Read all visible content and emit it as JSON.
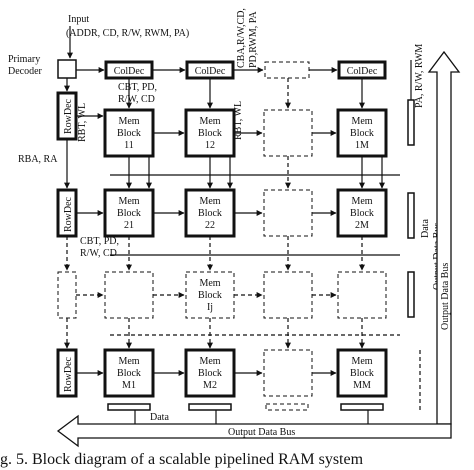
{
  "input": {
    "title": "Input",
    "signals": "(ADDR, CD, R/W, RWM, PA)"
  },
  "primary_decoder": [
    "Primary",
    "Decoder"
  ],
  "coldec_label": "ColDec",
  "rowdec_label": "RowDec",
  "blocks": {
    "r1": [
      [
        "Mem",
        "Block",
        "11"
      ],
      [
        "Mem",
        "Block",
        "12"
      ],
      [
        "Mem",
        "Block",
        "1M"
      ]
    ],
    "r2": [
      [
        "Mem",
        "Block",
        "21"
      ],
      [
        "Mem",
        "Block",
        "22"
      ],
      [
        "Mem",
        "Block",
        "2M"
      ]
    ],
    "r3": [
      [
        "Mem",
        "Block",
        "Ij"
      ]
    ],
    "r4": [
      [
        "Mem",
        "Block",
        "M1"
      ],
      [
        "Mem",
        "Block",
        "M2"
      ],
      [
        "Mem",
        "Block",
        "MM"
      ]
    ]
  },
  "signals": {
    "cba": "CBA,R/W,CD,",
    "pd": "PD,RWM, PA",
    "cbt1": "CBT, PD,",
    "rwcd1": "R/W, CD",
    "rbt_wl": "RBT, WL",
    "rba_ra": "RBA, RA",
    "cbt2": "CBT, PD,",
    "rwcd2": "R/W, CD",
    "pa_rwm": "PA, R/W, RWM",
    "data": "Data",
    "output_bus": "Output Data Bus"
  },
  "caption": "g. 5. Block diagram of a scalable pipelined RAM system"
}
